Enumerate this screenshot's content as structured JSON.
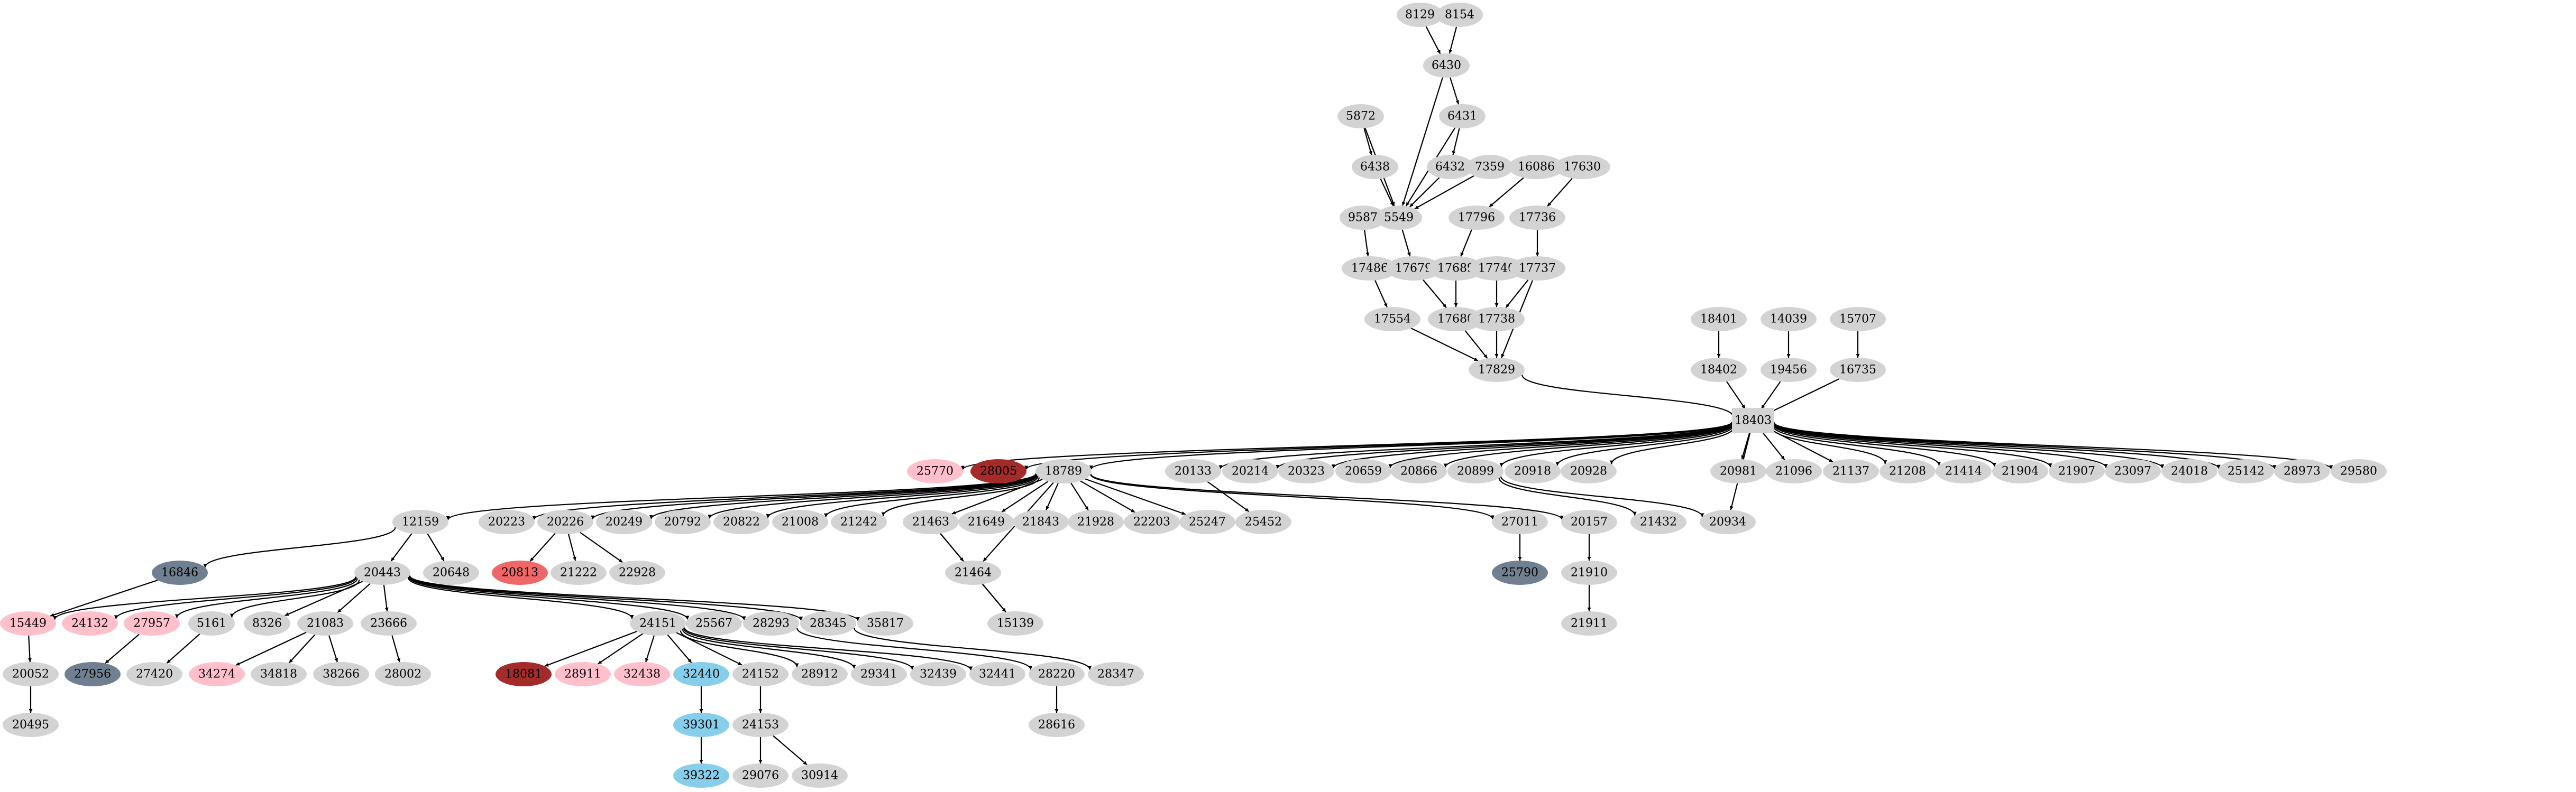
{
  "graph": {
    "title": "",
    "kind": "directed",
    "colors": {
      "default": "#d3d3d3",
      "pink": "#ffc0cb",
      "brown": "#a52a2a",
      "coral": "#ef6767",
      "slate": "#708090",
      "skyblue": "#87ceeb"
    },
    "nodes": [
      {
        "id": "8129",
        "color": "default"
      },
      {
        "id": "8154",
        "color": "default"
      },
      {
        "id": "6430",
        "color": "default"
      },
      {
        "id": "5872",
        "color": "default"
      },
      {
        "id": "6431",
        "color": "default"
      },
      {
        "id": "6438",
        "color": "default"
      },
      {
        "id": "6432",
        "color": "default"
      },
      {
        "id": "7359",
        "color": "default"
      },
      {
        "id": "16086",
        "color": "default"
      },
      {
        "id": "17630",
        "color": "default"
      },
      {
        "id": "9587",
        "color": "default"
      },
      {
        "id": "5549",
        "color": "default"
      },
      {
        "id": "17796",
        "color": "default"
      },
      {
        "id": "17736",
        "color": "default"
      },
      {
        "id": "17486",
        "color": "default"
      },
      {
        "id": "17679",
        "color": "default"
      },
      {
        "id": "17689",
        "color": "default"
      },
      {
        "id": "17740",
        "color": "default"
      },
      {
        "id": "17737",
        "color": "default"
      },
      {
        "id": "17554",
        "color": "default"
      },
      {
        "id": "17680",
        "color": "default"
      },
      {
        "id": "17738",
        "color": "default"
      },
      {
        "id": "18401",
        "color": "default"
      },
      {
        "id": "14039",
        "color": "default"
      },
      {
        "id": "15707",
        "color": "default"
      },
      {
        "id": "17829",
        "color": "default"
      },
      {
        "id": "18402",
        "color": "default"
      },
      {
        "id": "19456",
        "color": "default"
      },
      {
        "id": "16735",
        "color": "default"
      },
      {
        "id": "18403",
        "color": "default",
        "shape": "box"
      },
      {
        "id": "25770",
        "color": "pink"
      },
      {
        "id": "28005",
        "color": "brown"
      },
      {
        "id": "18789",
        "color": "default"
      },
      {
        "id": "20133",
        "color": "default"
      },
      {
        "id": "20214",
        "color": "default"
      },
      {
        "id": "20323",
        "color": "default"
      },
      {
        "id": "20659",
        "color": "default"
      },
      {
        "id": "20866",
        "color": "default"
      },
      {
        "id": "20899",
        "color": "default"
      },
      {
        "id": "20918",
        "color": "default"
      },
      {
        "id": "20928",
        "color": "default"
      },
      {
        "id": "20981",
        "color": "default"
      },
      {
        "id": "21096",
        "color": "default"
      },
      {
        "id": "21137",
        "color": "default"
      },
      {
        "id": "21208",
        "color": "default"
      },
      {
        "id": "21414",
        "color": "default"
      },
      {
        "id": "21904",
        "color": "default"
      },
      {
        "id": "21907",
        "color": "default"
      },
      {
        "id": "23097",
        "color": "default"
      },
      {
        "id": "24018",
        "color": "default"
      },
      {
        "id": "25142",
        "color": "default"
      },
      {
        "id": "28973",
        "color": "default"
      },
      {
        "id": "29580",
        "color": "default"
      },
      {
        "id": "12159",
        "color": "default"
      },
      {
        "id": "20223",
        "color": "default"
      },
      {
        "id": "20226",
        "color": "default"
      },
      {
        "id": "20249",
        "color": "default"
      },
      {
        "id": "20792",
        "color": "default"
      },
      {
        "id": "20822",
        "color": "default"
      },
      {
        "id": "21008",
        "color": "default"
      },
      {
        "id": "21242",
        "color": "default"
      },
      {
        "id": "21463",
        "color": "default"
      },
      {
        "id": "21649",
        "color": "default"
      },
      {
        "id": "21843",
        "color": "default"
      },
      {
        "id": "21928",
        "color": "default"
      },
      {
        "id": "22203",
        "color": "default"
      },
      {
        "id": "25247",
        "color": "default"
      },
      {
        "id": "25452",
        "color": "default"
      },
      {
        "id": "27011",
        "color": "default"
      },
      {
        "id": "20157",
        "color": "default"
      },
      {
        "id": "21432",
        "color": "default"
      },
      {
        "id": "20934",
        "color": "default"
      },
      {
        "id": "16846",
        "color": "slate"
      },
      {
        "id": "20443",
        "color": "default"
      },
      {
        "id": "20648",
        "color": "default"
      },
      {
        "id": "20813",
        "color": "coral"
      },
      {
        "id": "21222",
        "color": "default"
      },
      {
        "id": "22928",
        "color": "default"
      },
      {
        "id": "21464",
        "color": "default"
      },
      {
        "id": "25790",
        "color": "slate"
      },
      {
        "id": "21910",
        "color": "default"
      },
      {
        "id": "15449",
        "color": "pink"
      },
      {
        "id": "24132",
        "color": "pink"
      },
      {
        "id": "27957",
        "color": "pink"
      },
      {
        "id": "5161",
        "color": "default"
      },
      {
        "id": "8326",
        "color": "default"
      },
      {
        "id": "21083",
        "color": "default"
      },
      {
        "id": "23666",
        "color": "default"
      },
      {
        "id": "24151",
        "color": "default"
      },
      {
        "id": "25567",
        "color": "default"
      },
      {
        "id": "28293",
        "color": "default"
      },
      {
        "id": "28345",
        "color": "default"
      },
      {
        "id": "35817",
        "color": "default"
      },
      {
        "id": "15139",
        "color": "default"
      },
      {
        "id": "21911",
        "color": "default"
      },
      {
        "id": "20052",
        "color": "default"
      },
      {
        "id": "27956",
        "color": "slate"
      },
      {
        "id": "27420",
        "color": "default"
      },
      {
        "id": "34274",
        "color": "pink"
      },
      {
        "id": "34818",
        "color": "default"
      },
      {
        "id": "38266",
        "color": "default"
      },
      {
        "id": "28002",
        "color": "default"
      },
      {
        "id": "18081",
        "color": "brown"
      },
      {
        "id": "28911",
        "color": "pink"
      },
      {
        "id": "32438",
        "color": "pink"
      },
      {
        "id": "32440",
        "color": "skyblue"
      },
      {
        "id": "24152",
        "color": "default"
      },
      {
        "id": "28912",
        "color": "default"
      },
      {
        "id": "29341",
        "color": "default"
      },
      {
        "id": "32439",
        "color": "default"
      },
      {
        "id": "32441",
        "color": "default"
      },
      {
        "id": "28220",
        "color": "default"
      },
      {
        "id": "28347",
        "color": "default"
      },
      {
        "id": "20495",
        "color": "default"
      },
      {
        "id": "39301",
        "color": "skyblue"
      },
      {
        "id": "24153",
        "color": "default"
      },
      {
        "id": "28616",
        "color": "default"
      },
      {
        "id": "39322",
        "color": "skyblue"
      },
      {
        "id": "29076",
        "color": "default"
      },
      {
        "id": "30914",
        "color": "default"
      }
    ],
    "edges": [
      [
        "8129",
        "6430"
      ],
      [
        "8154",
        "6430"
      ],
      [
        "6430",
        "6431"
      ],
      [
        "6430",
        "5549"
      ],
      [
        "5872",
        "6438"
      ],
      [
        "5872",
        "5549"
      ],
      [
        "6431",
        "6432"
      ],
      [
        "6431",
        "5549"
      ],
      [
        "6438",
        "5549"
      ],
      [
        "6432",
        "5549"
      ],
      [
        "7359",
        "5549"
      ],
      [
        "16086",
        "17796"
      ],
      [
        "17630",
        "17736"
      ],
      [
        "9587",
        "17486"
      ],
      [
        "5549",
        "17679"
      ],
      [
        "17796",
        "17689"
      ],
      [
        "17736",
        "17737"
      ],
      [
        "17486",
        "17554"
      ],
      [
        "17679",
        "17680"
      ],
      [
        "17689",
        "17680"
      ],
      [
        "17740",
        "17738"
      ],
      [
        "17737",
        "17738"
      ],
      [
        "17737",
        "17829"
      ],
      [
        "17554",
        "17829"
      ],
      [
        "17680",
        "17829"
      ],
      [
        "17738",
        "17829"
      ],
      [
        "18401",
        "18402"
      ],
      [
        "14039",
        "19456"
      ],
      [
        "15707",
        "16735"
      ],
      [
        "17829",
        "18403"
      ],
      [
        "18402",
        "18403"
      ],
      [
        "19456",
        "18403"
      ],
      [
        "16735",
        "18403"
      ],
      [
        "18403",
        "25770"
      ],
      [
        "18403",
        "28005"
      ],
      [
        "18403",
        "18789"
      ],
      [
        "18403",
        "20133"
      ],
      [
        "18403",
        "20214"
      ],
      [
        "18403",
        "20323"
      ],
      [
        "18403",
        "20659"
      ],
      [
        "18403",
        "20866"
      ],
      [
        "18403",
        "20899"
      ],
      [
        "18403",
        "20918"
      ],
      [
        "18403",
        "20928"
      ],
      [
        "18403",
        "20934"
      ],
      [
        "18403",
        "20981"
      ],
      [
        "18403",
        "21096"
      ],
      [
        "18403",
        "21137"
      ],
      [
        "18403",
        "21208"
      ],
      [
        "18403",
        "21414"
      ],
      [
        "18403",
        "21904"
      ],
      [
        "18403",
        "21907"
      ],
      [
        "18403",
        "23097"
      ],
      [
        "18403",
        "24018"
      ],
      [
        "18403",
        "25142"
      ],
      [
        "18403",
        "28973"
      ],
      [
        "18403",
        "29580"
      ],
      [
        "18789",
        "12159"
      ],
      [
        "18789",
        "20223"
      ],
      [
        "18789",
        "20226"
      ],
      [
        "18789",
        "20249"
      ],
      [
        "18789",
        "20792"
      ],
      [
        "18789",
        "20822"
      ],
      [
        "18789",
        "21008"
      ],
      [
        "18789",
        "21242"
      ],
      [
        "18789",
        "21464"
      ],
      [
        "18789",
        "21463"
      ],
      [
        "18789",
        "21649"
      ],
      [
        "18789",
        "21843"
      ],
      [
        "18789",
        "21928"
      ],
      [
        "18789",
        "22203"
      ],
      [
        "18789",
        "25247"
      ],
      [
        "18789",
        "27011"
      ],
      [
        "18789",
        "20157"
      ],
      [
        "20133",
        "25452"
      ],
      [
        "20899",
        "21432"
      ],
      [
        "20899",
        "20934"
      ],
      [
        "12159",
        "16846"
      ],
      [
        "12159",
        "20443"
      ],
      [
        "12159",
        "20648"
      ],
      [
        "20226",
        "20813"
      ],
      [
        "20226",
        "21222"
      ],
      [
        "20226",
        "22928"
      ],
      [
        "21463",
        "21464"
      ],
      [
        "21463",
        "15139"
      ],
      [
        "21464",
        "15139"
      ],
      [
        "27011",
        "25790"
      ],
      [
        "20157",
        "21910"
      ],
      [
        "21910",
        "21911"
      ],
      [
        "16846",
        "15449"
      ],
      [
        "20443",
        "15449"
      ],
      [
        "20443",
        "24132"
      ],
      [
        "20443",
        "27957"
      ],
      [
        "20443",
        "5161"
      ],
      [
        "20443",
        "8326"
      ],
      [
        "20443",
        "21083"
      ],
      [
        "20443",
        "23666"
      ],
      [
        "20443",
        "24151"
      ],
      [
        "20443",
        "25567"
      ],
      [
        "20443",
        "28293"
      ],
      [
        "20443",
        "28345"
      ],
      [
        "20443",
        "35817"
      ],
      [
        "15449",
        "20052"
      ],
      [
        "20052",
        "20495"
      ],
      [
        "27957",
        "27956"
      ],
      [
        "5161",
        "27420"
      ],
      [
        "21083",
        "34274"
      ],
      [
        "21083",
        "34818"
      ],
      [
        "21083",
        "38266"
      ],
      [
        "23666",
        "28002"
      ],
      [
        "24151",
        "18081"
      ],
      [
        "24151",
        "28911"
      ],
      [
        "24151",
        "32438"
      ],
      [
        "24151",
        "32440"
      ],
      [
        "24151",
        "24152"
      ],
      [
        "24151",
        "28912"
      ],
      [
        "24151",
        "29341"
      ],
      [
        "24151",
        "32439"
      ],
      [
        "24151",
        "32441"
      ],
      [
        "28293",
        "28220"
      ],
      [
        "28345",
        "28347"
      ],
      [
        "28220",
        "28616"
      ],
      [
        "32440",
        "39301"
      ],
      [
        "39301",
        "39322"
      ],
      [
        "24152",
        "24153"
      ],
      [
        "24153",
        "29076"
      ],
      [
        "24153",
        "30914"
      ]
    ]
  }
}
